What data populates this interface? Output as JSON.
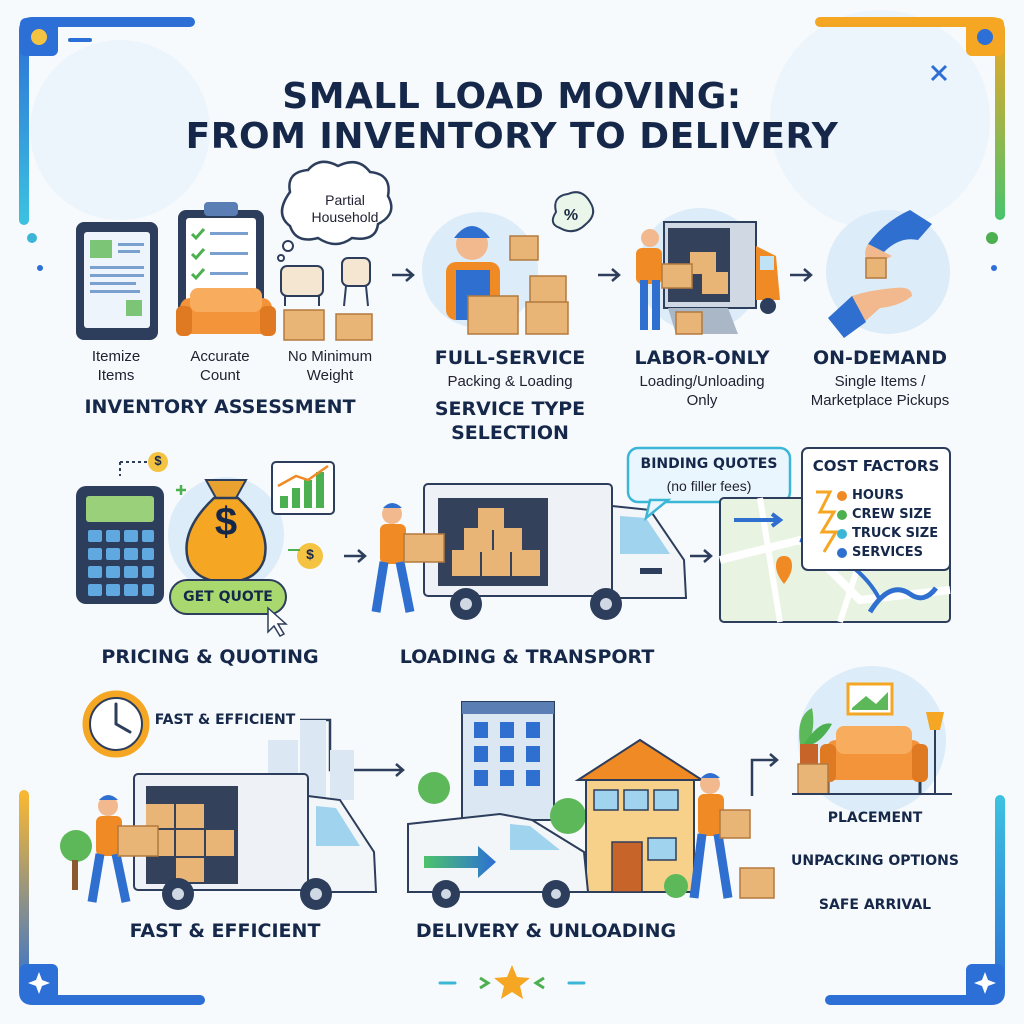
{
  "title": {
    "line1": "SMALL LOAD MOVING:",
    "line2": "FROM INVENTORY TO DELIVERY"
  },
  "inventory": {
    "bubble_line1": "Partial",
    "bubble_line2": "Household",
    "item1_line1": "Itemize",
    "item1_line2": "Items",
    "item2_line1": "Accurate",
    "item2_line2": "Count",
    "item3_line1": "No Minimum",
    "item3_line2": "Weight",
    "heading": "INVENTORY ASSESSMENT"
  },
  "service": {
    "full_title": "FULL-SERVICE",
    "full_desc": "Packing & Loading",
    "labor_title": "LABOR-ONLY",
    "labor_desc1": "Loading/Unloading",
    "labor_desc2": "Only",
    "demand_title": "ON-DEMAND",
    "demand_desc1": "Single Items /",
    "demand_desc2": "Marketplace Pickups",
    "heading_line1": "SERVICE TYPE",
    "heading_line2": "SELECTION",
    "percent_symbol": "%"
  },
  "pricing": {
    "button_label": "GET QUOTE",
    "heading": "PRICING & QUOTING",
    "dollar": "$"
  },
  "transport": {
    "quote_bubble_line1": "BINDING QUOTES",
    "quote_bubble_line2": "(no filler fees)",
    "cost_title": "COST FACTORS",
    "cost_factors": [
      "HOURS",
      "CREW SIZE",
      "TRUCK SIZE",
      "SERVICES"
    ],
    "heading": "LOADING & TRANSPORT"
  },
  "fast": {
    "label": "FAST & EFFICIENT",
    "heading": "FAST & EFFICIENT"
  },
  "delivery": {
    "heading": "DELIVERY & UNLOADING",
    "placement": "PLACEMENT",
    "unpacking": "UNPACKING OPTIONS",
    "safe": "SAFE ARRIVAL"
  },
  "colors": {
    "navy": "#16284a",
    "box": "#e9b577",
    "blue": "#2f6fd0",
    "orange": "#f08a24",
    "green": "#4caf50",
    "teal": "#3bb6d6"
  }
}
